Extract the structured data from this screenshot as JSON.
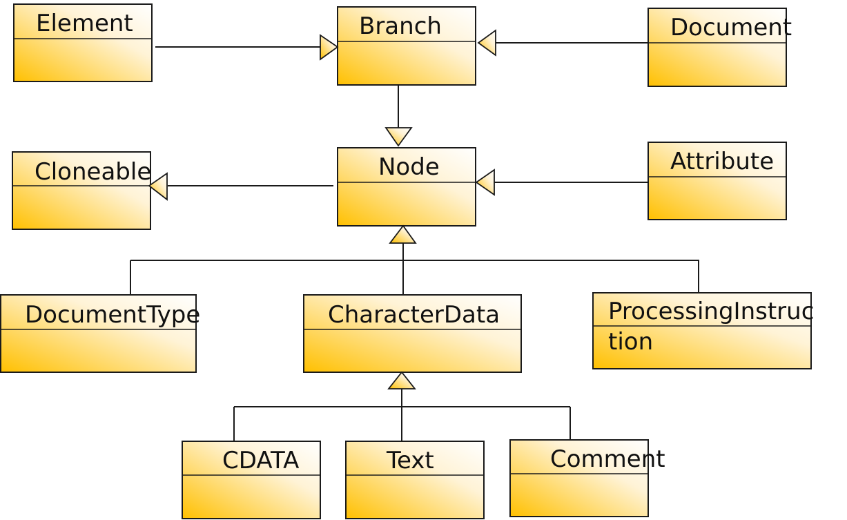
{
  "diagram": {
    "classes": {
      "element": "Element",
      "branch": "Branch",
      "document": "Document",
      "cloneable": "Cloneable",
      "node": "Node",
      "attribute": "Attribute",
      "document_type": "DocumentType",
      "character_data": "CharacterData",
      "processing_instruction": [
        "ProcessingInstruc",
        "tion"
      ],
      "cdata": "CDATA",
      "text": "Text",
      "comment": "Comment"
    },
    "relationships": [
      {
        "from": "Element",
        "to": "Branch",
        "kind": "generalization"
      },
      {
        "from": "Document",
        "to": "Branch",
        "kind": "generalization"
      },
      {
        "from": "Branch",
        "to": "Node",
        "kind": "generalization"
      },
      {
        "from": "Node",
        "to": "Cloneable",
        "kind": "generalization"
      },
      {
        "from": "Attribute",
        "to": "Node",
        "kind": "generalization"
      },
      {
        "from": "DocumentType",
        "to": "Node",
        "kind": "generalization"
      },
      {
        "from": "CharacterData",
        "to": "Node",
        "kind": "generalization"
      },
      {
        "from": "ProcessingInstruction",
        "to": "Node",
        "kind": "generalization"
      },
      {
        "from": "CDATA",
        "to": "CharacterData",
        "kind": "generalization"
      },
      {
        "from": "Text",
        "to": "CharacterData",
        "kind": "generalization"
      },
      {
        "from": "Comment",
        "to": "CharacterData",
        "kind": "generalization"
      }
    ],
    "colors": {
      "box_gradient_light": "#ffffff",
      "box_gradient_dark": "#ffc000",
      "stroke": "#1a1a1a",
      "text": "#111111"
    }
  }
}
